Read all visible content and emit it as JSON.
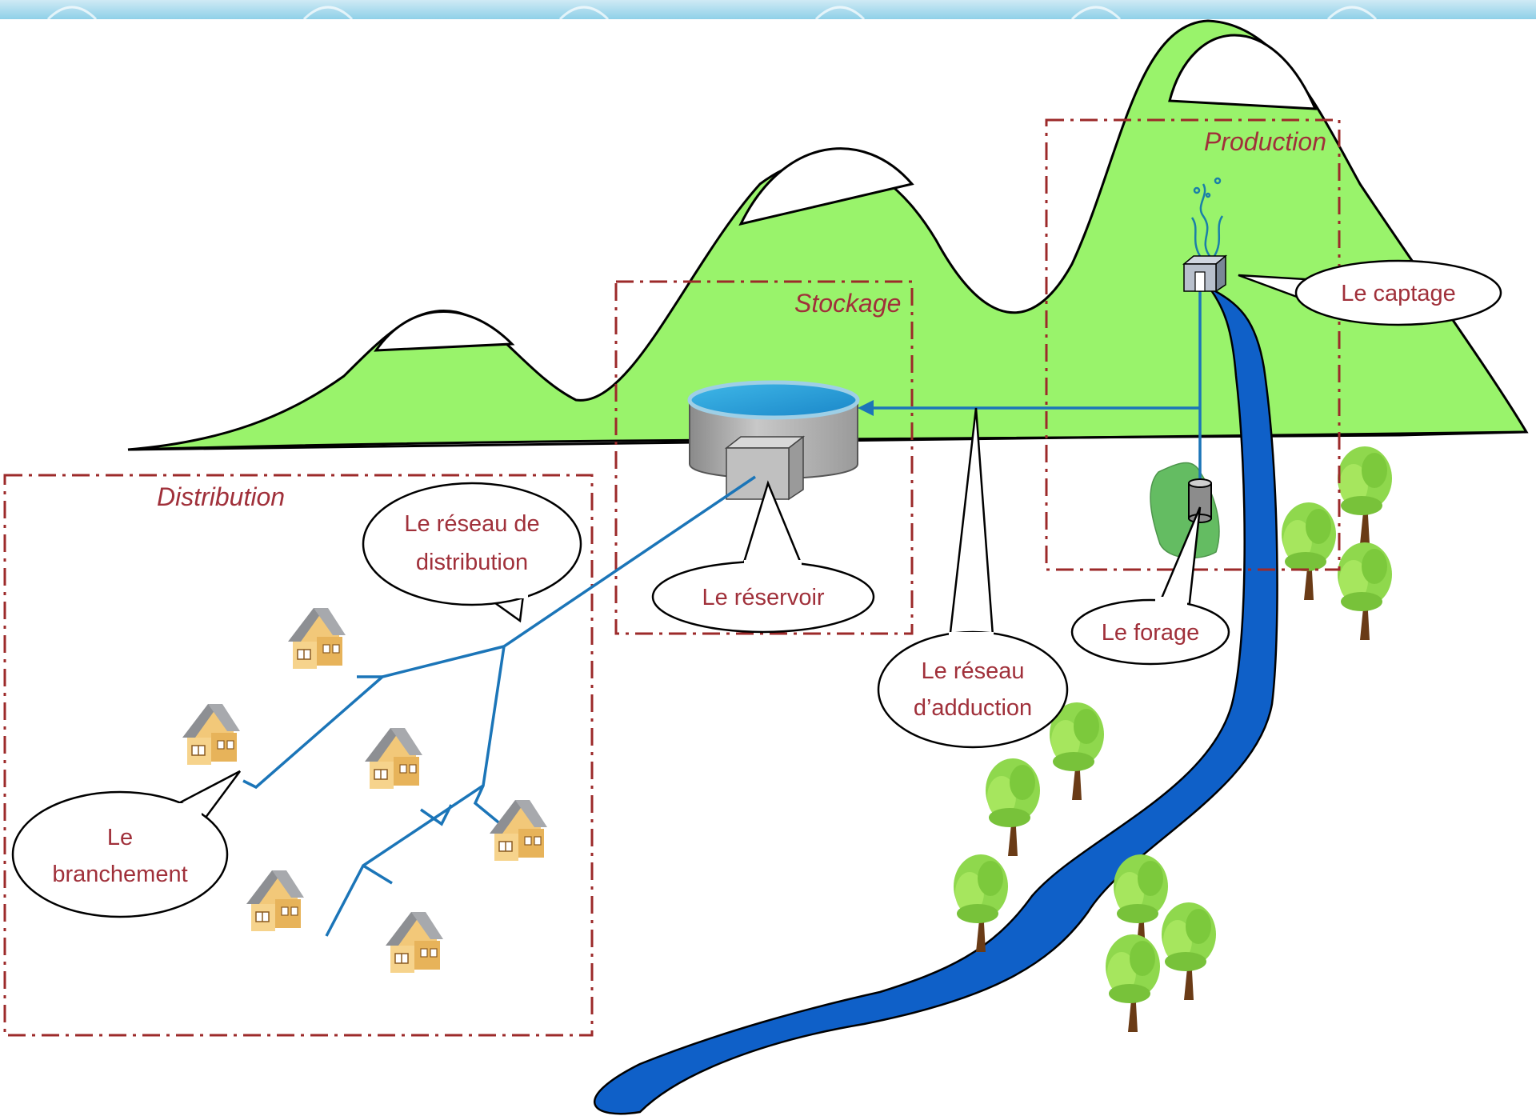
{
  "zones": {
    "production": "Production",
    "stockage": "Stockage",
    "distribution": "Distribution"
  },
  "callouts": {
    "captage": [
      "Le captage"
    ],
    "reservoir": [
      "Le réservoir"
    ],
    "forage": [
      "Le forage"
    ],
    "adduction": [
      "Le réseau",
      "d’adduction"
    ],
    "reseau_distribution": [
      "Le réseau de",
      "distribution"
    ],
    "branchement": [
      "Le",
      "branchement"
    ]
  },
  "colors": {
    "mountain": "#99f36b",
    "river": "#0f60c8",
    "pipe": "#1b75b8",
    "zone_border": "#9c2a2a",
    "label_text": "#a0303a",
    "tree": "#8fd84d",
    "trunk": "#6a3b16"
  },
  "icons": [
    "tank-icon",
    "captage-hut-icon",
    "well-icon",
    "house-icon",
    "tree-icon",
    "fountain-icon"
  ]
}
